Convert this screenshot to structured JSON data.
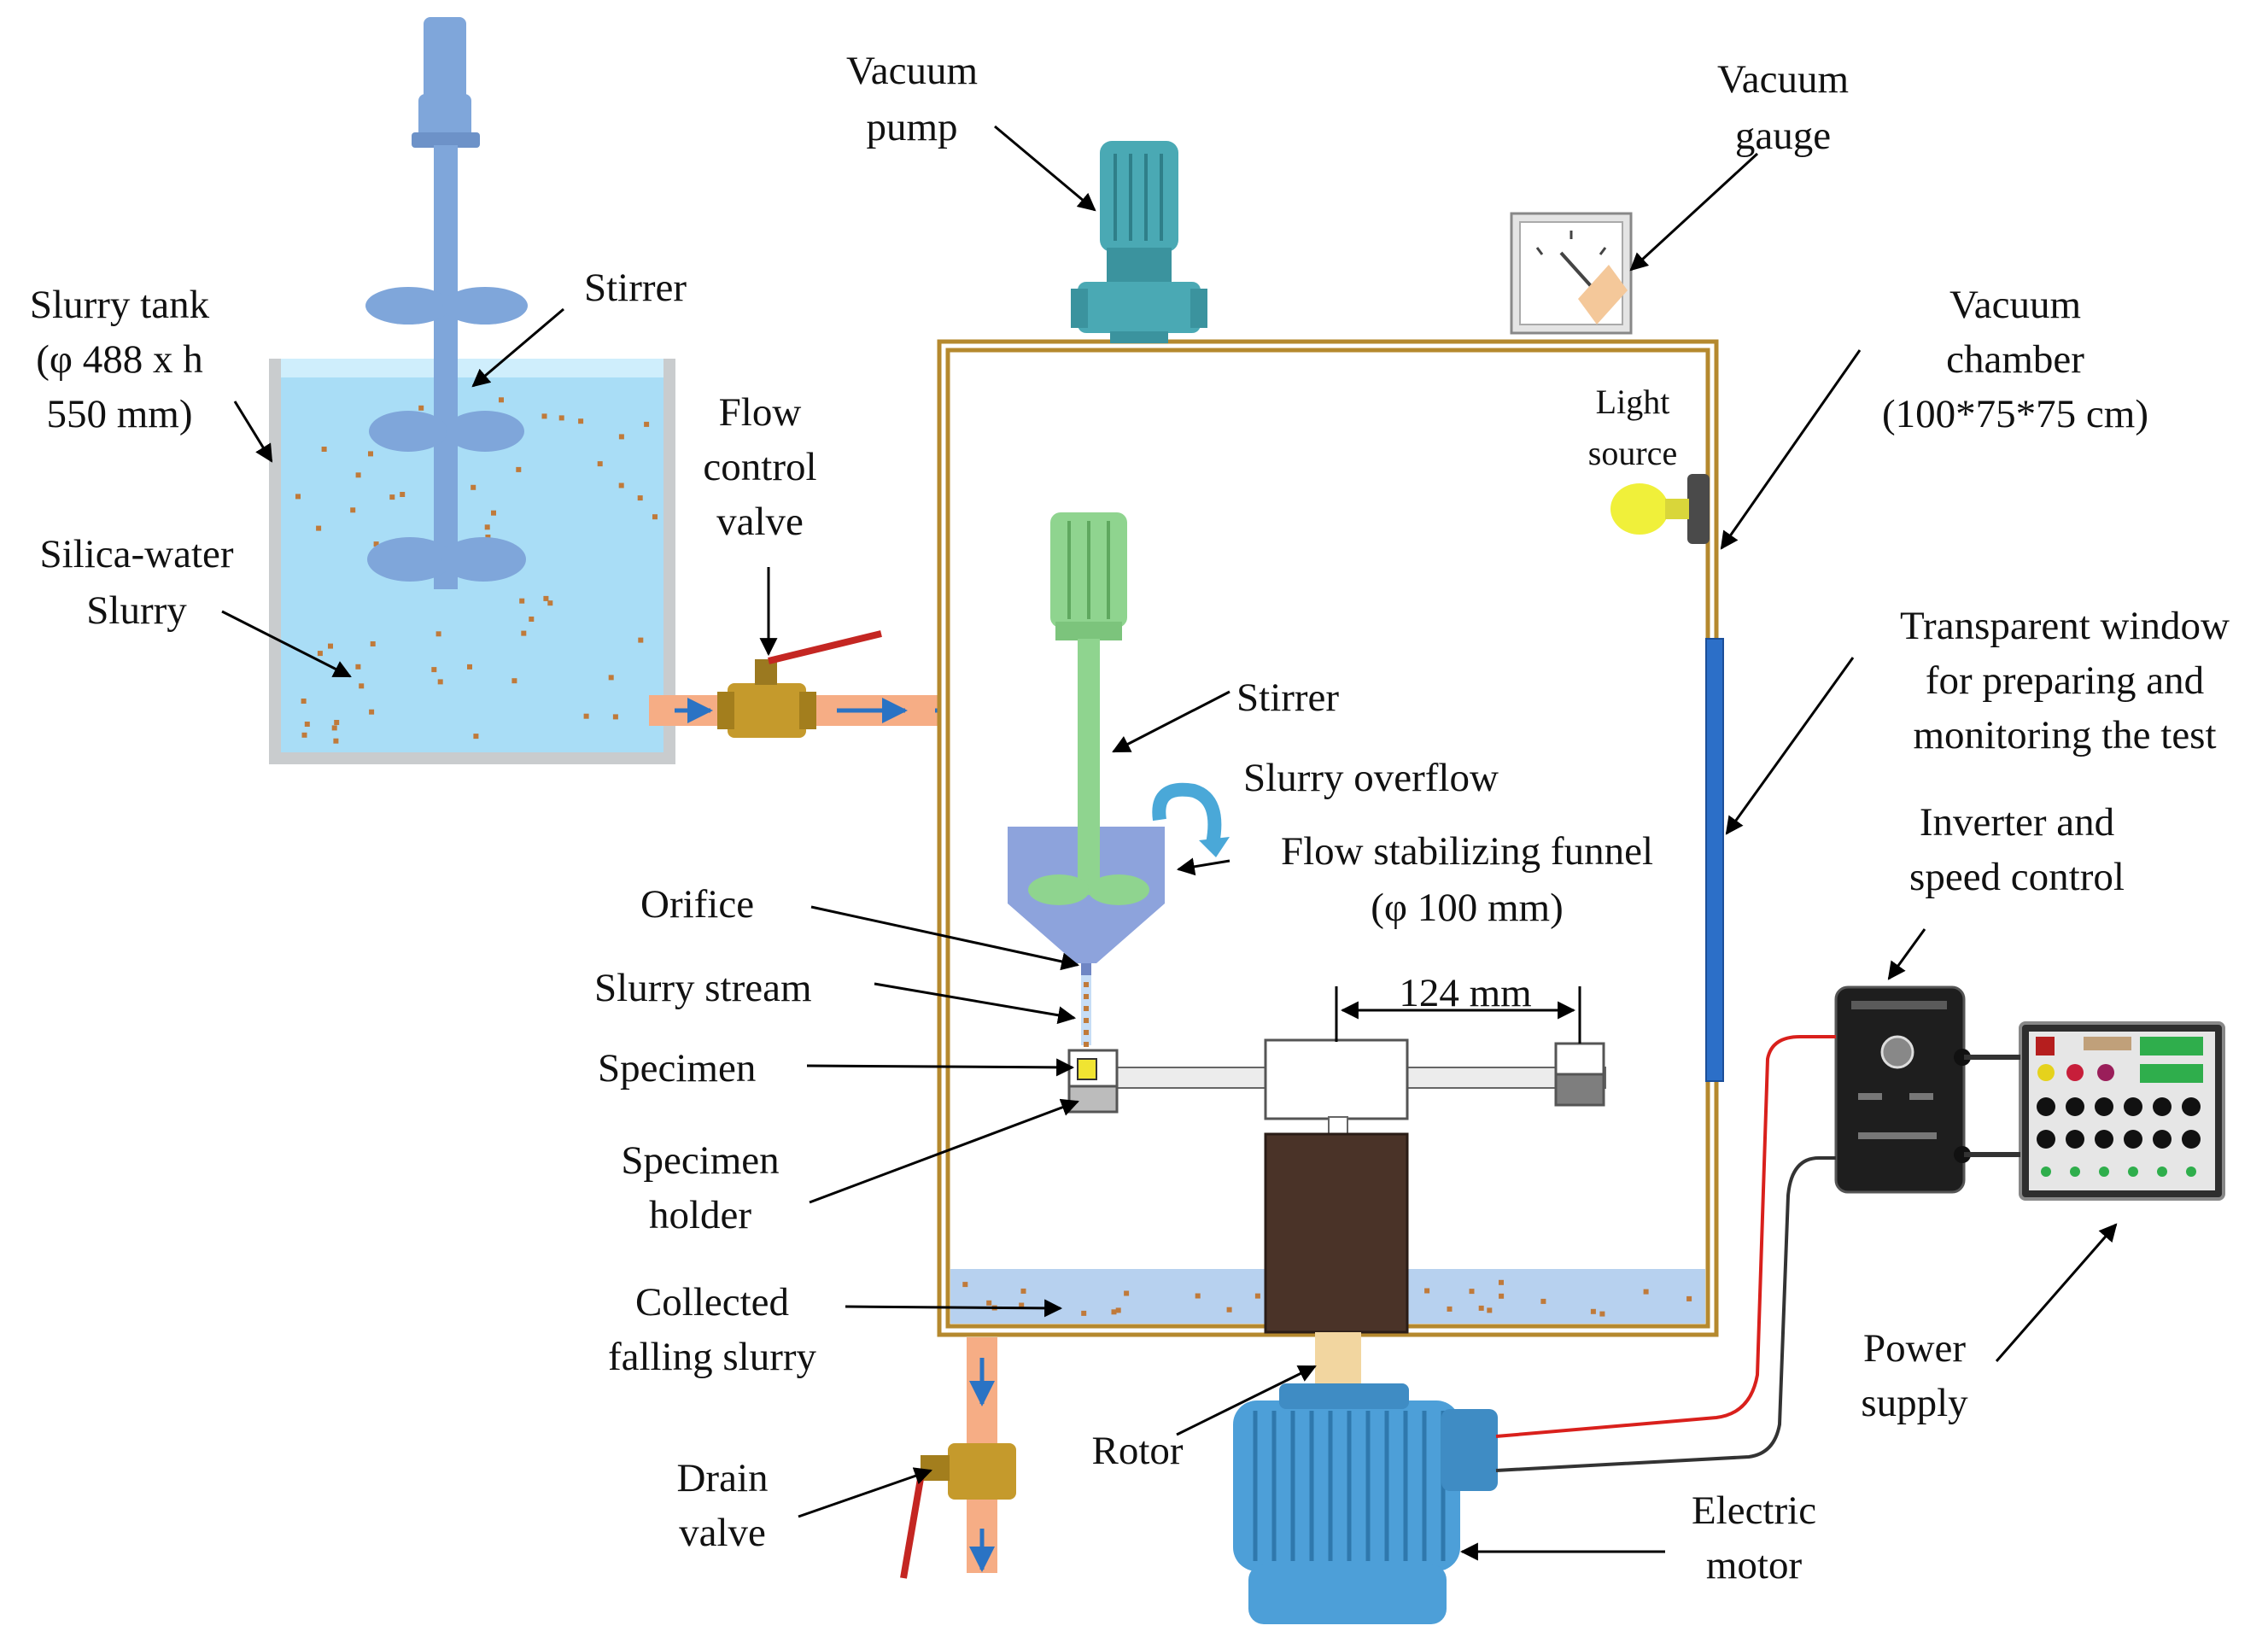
{
  "labels": {
    "slurry_tank": [
      "Slurry tank",
      "(φ 488 x h",
      "550 mm)"
    ],
    "stirrer_top": [
      "Stirrer"
    ],
    "silica_slurry": [
      "Silica-water",
      "Slurry"
    ],
    "flow_valve": [
      "Flow",
      "control",
      "valve"
    ],
    "vacuum_pump": [
      "Vacuum",
      "pump"
    ],
    "vacuum_gauge": [
      "Vacuum",
      "gauge"
    ],
    "vacuum_chamber": [
      "Vacuum",
      "chamber",
      "(100*75*75 cm)"
    ],
    "light_source": [
      "Light",
      "source"
    ],
    "transparent_window": [
      "Transparent window",
      "for preparing and",
      "monitoring the test"
    ],
    "stirrer_inner": [
      "Stirrer"
    ],
    "slurry_overflow": [
      "Slurry overflow"
    ],
    "funnel": [
      "Flow stabilizing funnel",
      "(φ 100 mm)"
    ],
    "orifice": [
      "Orifice"
    ],
    "slurry_stream": [
      "Slurry stream"
    ],
    "dimension": [
      "124 mm"
    ],
    "specimen": [
      "Specimen"
    ],
    "specimen_holder": [
      "Specimen",
      "holder"
    ],
    "inverter": [
      "Inverter and",
      "speed control"
    ],
    "collected_slurry": [
      "Collected",
      "falling slurry"
    ],
    "power_supply": [
      "Power",
      "supply"
    ],
    "rotor": [
      "Rotor"
    ],
    "drain_valve": [
      "Drain",
      "valve"
    ],
    "electric_motor": [
      "Electric",
      "motor"
    ]
  },
  "colors": {
    "water": "#a9ddf6",
    "water_dark": "#8fcff0",
    "tank_wall": "#c9ccce",
    "pipe": "#f6ad85",
    "flow_arrow": "#2a73c4",
    "chamber_frame": "#b5892e",
    "stirrer_blue": "#7fa6da",
    "stirrer_green": "#8fd48f",
    "funnel": "#8da3dc",
    "brass": "#c59a2c",
    "pump": "#4aa9b4",
    "motor": "#4d9fd8",
    "rotor_body": "#4a3328",
    "window": "#2c6fc8",
    "particle": "#c07a3a",
    "wire_red": "#d9201c",
    "wire_black": "#333333"
  }
}
